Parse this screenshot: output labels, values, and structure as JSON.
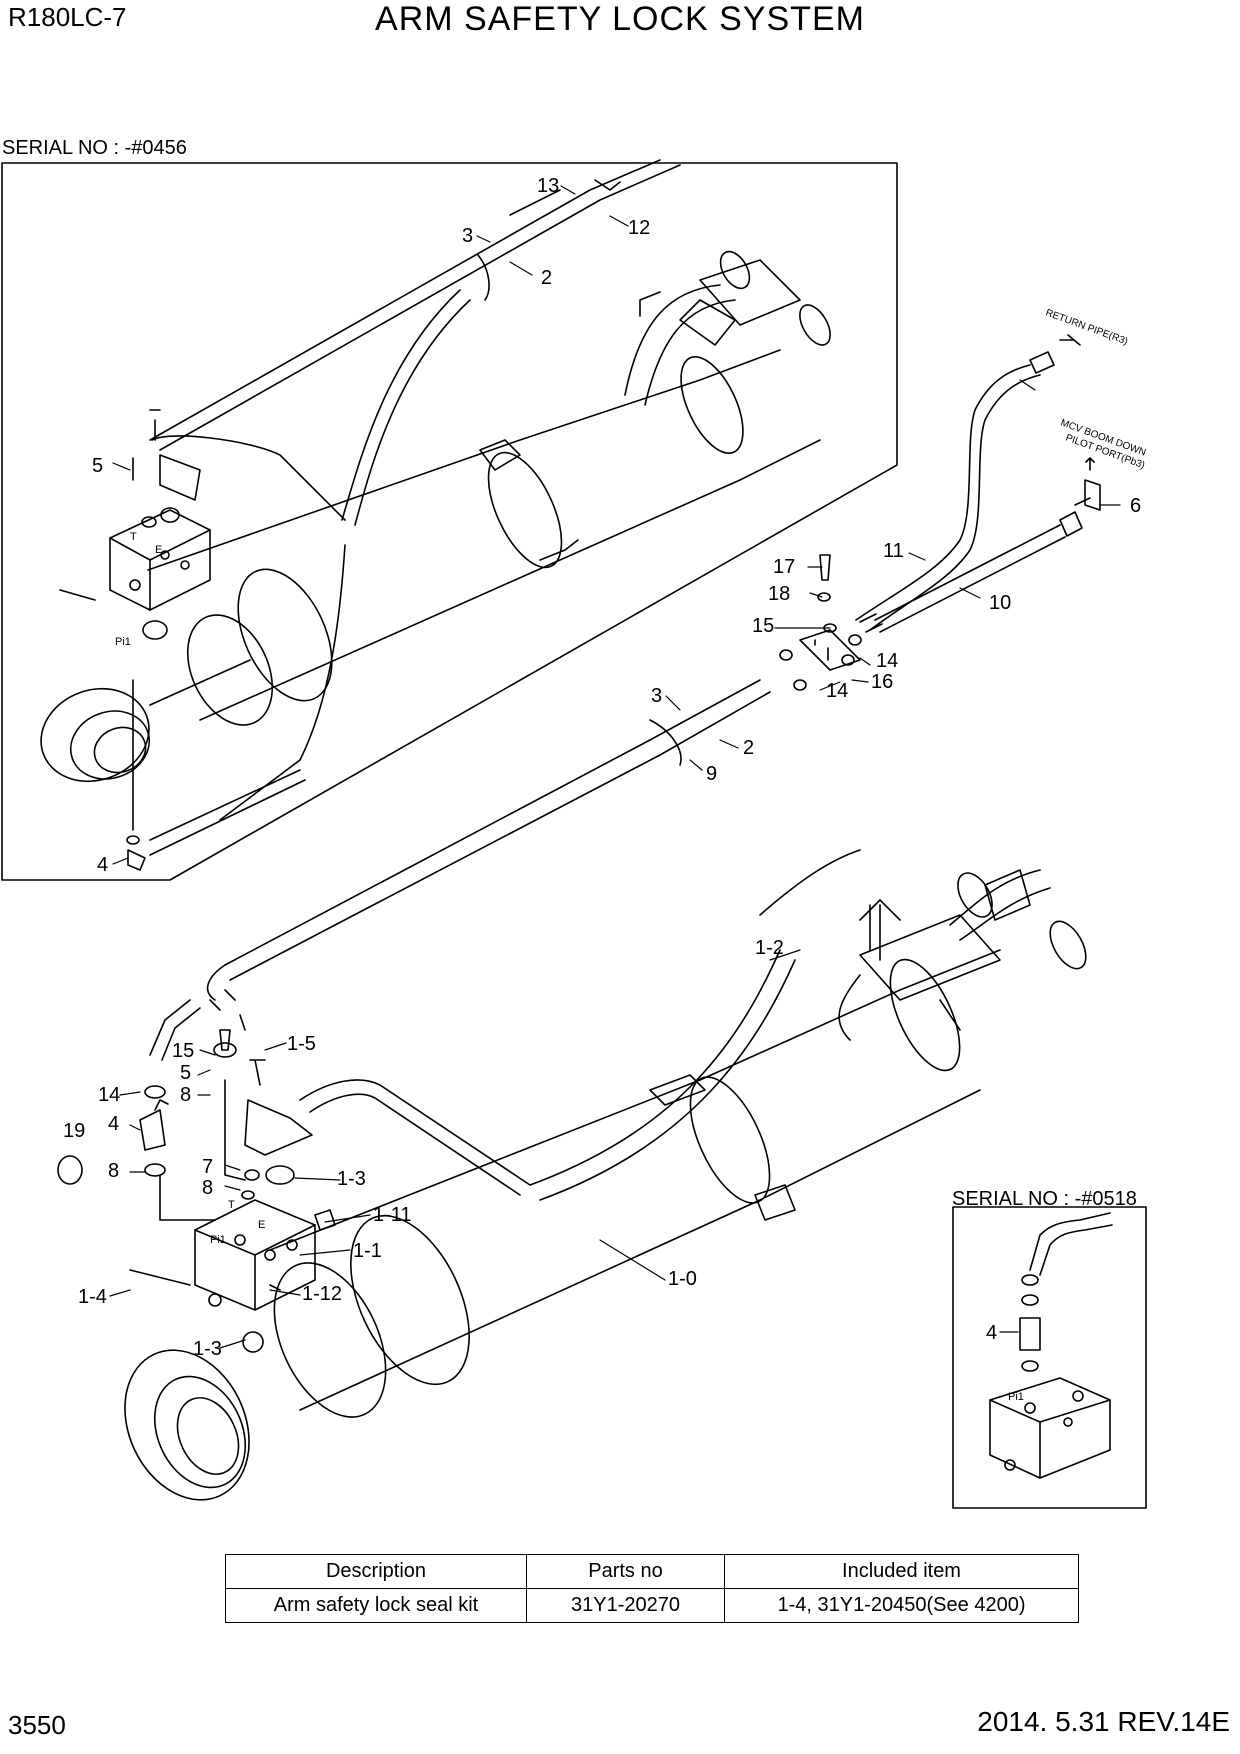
{
  "header": {
    "model": "R180LC-7",
    "title": "ARM SAFETY LOCK SYSTEM"
  },
  "diagram": {
    "serial_top": "SERIAL NO : -#0456",
    "serial_inset": "SERIAL NO : -#0518",
    "notes": {
      "return_pipe": "RETURN PIPE(R3)",
      "mcv_line1": "MCV BOOM DOWN",
      "mcv_line2": "PILOT PORT(Pb3)"
    },
    "port_marks": {
      "t": "T",
      "e": "E",
      "pi1": "Pi1"
    },
    "callouts": {
      "c13": "13",
      "c12": "12",
      "c3a": "3",
      "c2a": "2",
      "c5a": "5",
      "c4a": "4",
      "c6": "6",
      "c11": "11",
      "c10": "10",
      "c17": "17",
      "c18": "18",
      "c15a": "15",
      "c14a": "14",
      "c16": "16",
      "c14b": "14",
      "c3b": "3",
      "c2b": "2",
      "c9": "9",
      "c1_2": "1-2",
      "c1_5": "1-5",
      "c15b": "15",
      "c5b": "5",
      "c8a": "8",
      "c14c": "14",
      "c4b": "4",
      "c19": "19",
      "c8b": "8",
      "c7": "7",
      "c8c": "8",
      "c1_3a": "1-3",
      "c1_11": "1-11",
      "c1_1": "1-1",
      "c1_0": "1-0",
      "c1_4": "1-4",
      "c1_12": "1-12",
      "c1_3b": "1-3",
      "c4c": "4"
    }
  },
  "kit_table": {
    "headers": [
      "Description",
      "Parts no",
      "Included item"
    ],
    "rows": [
      [
        "Arm safety lock seal kit",
        "31Y1-20270",
        "1-4, 31Y1-20450(See 4200)"
      ]
    ]
  },
  "footer": {
    "page": "3550",
    "revision": "2014. 5.31  REV.14E"
  }
}
